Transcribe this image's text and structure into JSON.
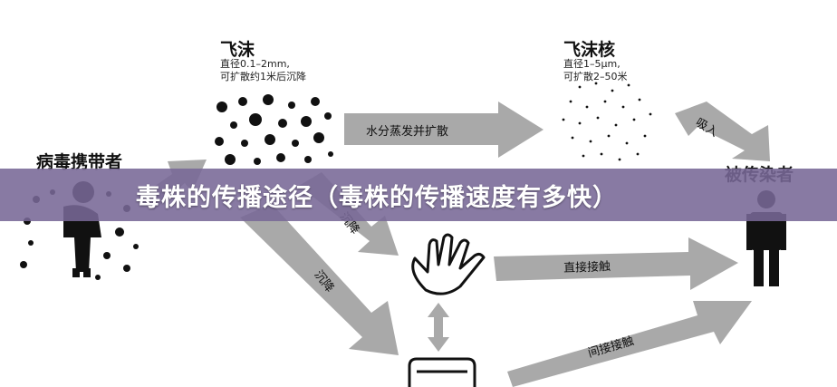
{
  "banner": {
    "text": "毒株的传播途径（毒株的传播速度有多快）"
  },
  "nodes": {
    "droplet": {
      "title": "飞沫",
      "line1": "直径0.1–2mm,",
      "line2": "可扩散约1米后沉降"
    },
    "nuclei": {
      "title": "飞沫核",
      "line1": "直径1–5μm,",
      "line2": "可扩散2–50米"
    },
    "carrier": {
      "title": "病毒携带者"
    },
    "infected": {
      "title": "被传染者"
    }
  },
  "arrows": {
    "evaporate": "水分蒸发并扩散",
    "inhale": "吸入",
    "settle_hand": "沉降",
    "settle_surface": "沉降",
    "direct": "直接接触",
    "indirect": "间接接触"
  },
  "colors": {
    "arrow": "#a9a9a9",
    "ink": "#111111",
    "banner": "#78689a"
  }
}
